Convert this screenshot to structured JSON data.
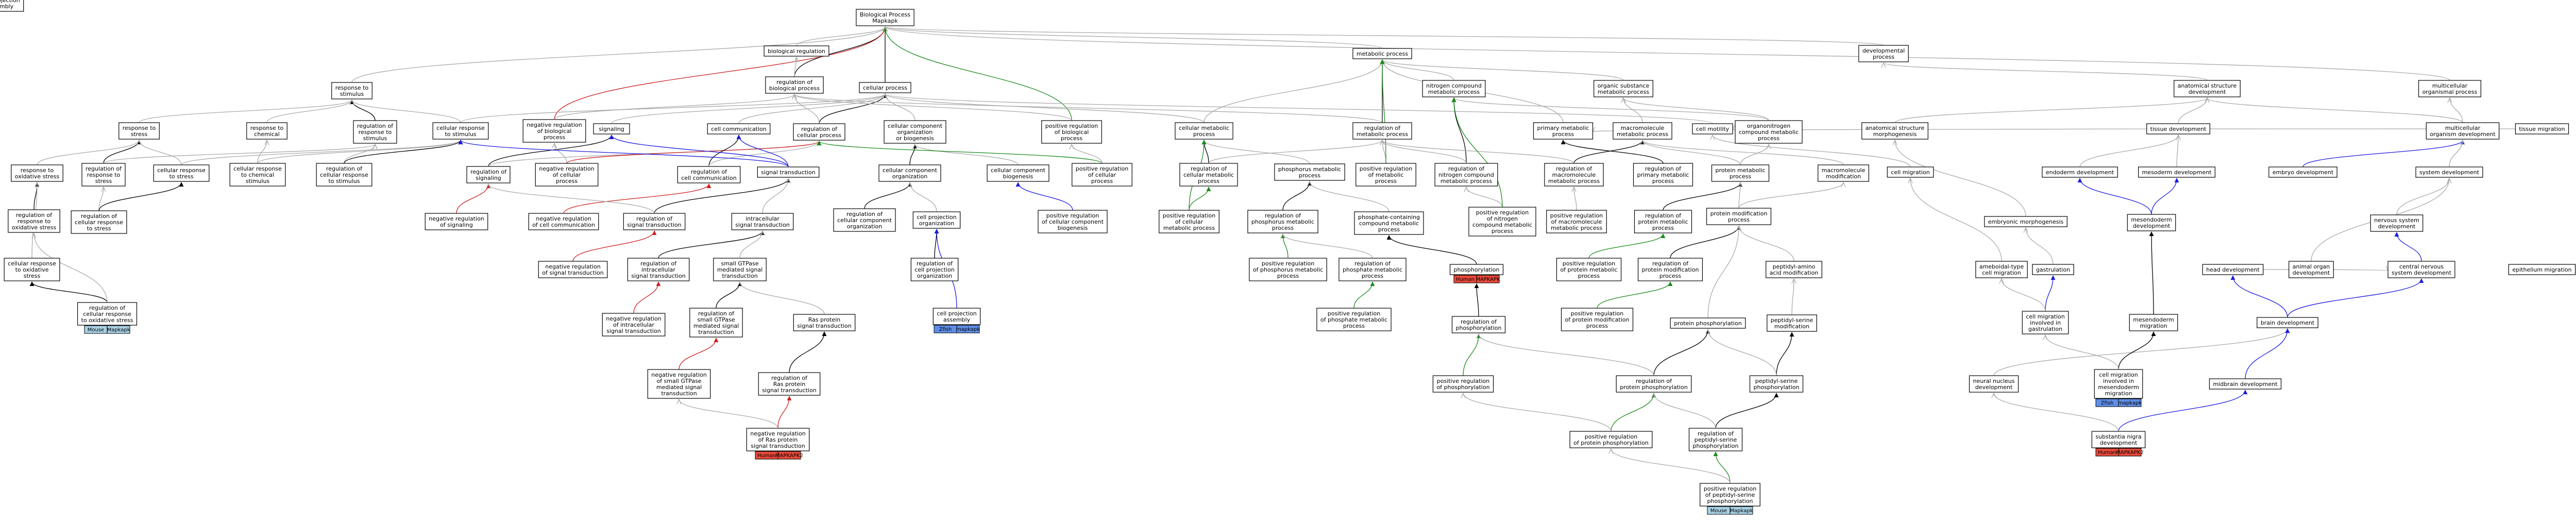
{
  "diagram": {
    "title": "GO term ancestor graph",
    "colors": {
      "is_a": "#aaaaaa",
      "part_of": "#000000",
      "regulates": "#000000",
      "positively_regulates": "#1a8a1a",
      "negatively_regulates": "#cc1f1f",
      "occurs_in": "#1a1adf",
      "human_tag": "#e8493a",
      "mouse_tag": "#a9d2e6",
      "zfish_tag": "#5f8ee6"
    },
    "nodes": [
      {
        "id": "bp",
        "lines": [
          "Biological Process",
          "Mapkapk"
        ]
      },
      {
        "id": "bioreg",
        "lines": [
          "biological regulation"
        ]
      },
      {
        "id": "regbp",
        "lines": [
          "regulation of",
          "biological process"
        ]
      },
      {
        "id": "cellproc",
        "lines": [
          "cellular process"
        ]
      },
      {
        "id": "metab",
        "lines": [
          "metabolic process"
        ]
      },
      {
        "id": "devproc",
        "lines": [
          "developmental",
          "process"
        ]
      },
      {
        "id": "resp_stim",
        "lines": [
          "response to",
          "stimulus"
        ]
      },
      {
        "id": "nitro",
        "lines": [
          "nitrogen compound",
          "metabolic process"
        ]
      },
      {
        "id": "orgsub",
        "lines": [
          "organic substance",
          "metabolic process"
        ]
      },
      {
        "id": "anatdev",
        "lines": [
          "anatomical structure",
          "development"
        ]
      },
      {
        "id": "multidev",
        "lines": [
          "multicellular",
          "organismal process"
        ]
      },
      {
        "id": "resp_stress",
        "lines": [
          "response to",
          "stress"
        ]
      },
      {
        "id": "resp_chem",
        "lines": [
          "response to",
          "chemical"
        ]
      },
      {
        "id": "reg_resp_stim",
        "lines": [
          "regulation of",
          "response to",
          "stimulus"
        ]
      },
      {
        "id": "cell_resp_stim",
        "lines": [
          "cellular response",
          "to stimulus"
        ]
      },
      {
        "id": "negregbp",
        "lines": [
          "negative regulation",
          "of biological",
          "process"
        ]
      },
      {
        "id": "signaling",
        "lines": [
          "signaling"
        ]
      },
      {
        "id": "cellcomm",
        "lines": [
          "cell communication"
        ]
      },
      {
        "id": "regcellproc",
        "lines": [
          "regulation of",
          "cellular process"
        ]
      },
      {
        "id": "cccob",
        "lines": [
          "cellular component",
          "organization",
          "or biogenesis"
        ]
      },
      {
        "id": "posregbp",
        "lines": [
          "positive regulation",
          "of biological",
          "process"
        ]
      },
      {
        "id": "cellmetab",
        "lines": [
          "cellular metabolic",
          "process"
        ]
      },
      {
        "id": "regmetab",
        "lines": [
          "regulation of",
          "metabolic process"
        ]
      },
      {
        "id": "primmetab",
        "lines": [
          "primary metabolic",
          "process"
        ]
      },
      {
        "id": "macromet",
        "lines": [
          "macromolecule",
          "metabolic process"
        ]
      },
      {
        "id": "cellmot",
        "lines": [
          "cell motility"
        ]
      },
      {
        "id": "orgnitro",
        "lines": [
          "organonitrogen",
          "compound metabolic",
          "process"
        ]
      },
      {
        "id": "anatmorph",
        "lines": [
          "anatomical structure",
          "morphogenesis"
        ]
      },
      {
        "id": "tissuedev",
        "lines": [
          "tissue development"
        ]
      },
      {
        "id": "multiorgdev",
        "lines": [
          "multicellular",
          "organism development"
        ]
      },
      {
        "id": "tissuemig",
        "lines": [
          "tissue migration"
        ]
      },
      {
        "id": "resp_ox",
        "lines": [
          "response to",
          "oxidative stress"
        ]
      },
      {
        "id": "reg_resp_stress",
        "lines": [
          "regulation of",
          "response to",
          "stress"
        ]
      },
      {
        "id": "cell_resp_stress",
        "lines": [
          "cellular response",
          "to stress"
        ]
      },
      {
        "id": "cell_resp_chem",
        "lines": [
          "cellular response",
          "to chemical",
          "stimulus"
        ]
      },
      {
        "id": "reg_cell_resp_stim",
        "lines": [
          "regulation of",
          "cellular response",
          "to stimulus"
        ]
      },
      {
        "id": "regsig",
        "lines": [
          "regulation of",
          "signaling"
        ]
      },
      {
        "id": "negregcellproc",
        "lines": [
          "negative regulation",
          "of cellular",
          "process"
        ]
      },
      {
        "id": "regcellcomm",
        "lines": [
          "regulation of",
          "cell communication"
        ]
      },
      {
        "id": "sigtrans",
        "lines": [
          "signal transduction"
        ]
      },
      {
        "id": "ccorg",
        "lines": [
          "cellular component",
          "organization"
        ]
      },
      {
        "id": "ccbio",
        "lines": [
          "cellular component",
          "biogenesis"
        ]
      },
      {
        "id": "posregcellproc",
        "lines": [
          "positive regulation",
          "of cellular",
          "process"
        ]
      },
      {
        "id": "regcellmetab",
        "lines": [
          "regulation of",
          "cellular metabolic",
          "process"
        ]
      },
      {
        "id": "phosmetab",
        "lines": [
          "phosphorus metabolic",
          "process"
        ]
      },
      {
        "id": "posregmetab",
        "lines": [
          "positive regulation",
          "of metabolic",
          "process"
        ]
      },
      {
        "id": "regnitro",
        "lines": [
          "regulation of",
          "nitrogen compound",
          "metabolic process"
        ]
      },
      {
        "id": "regmacromet",
        "lines": [
          "regulation of",
          "macromolecule",
          "metabolic process"
        ]
      },
      {
        "id": "regprimmetab",
        "lines": [
          "regulation of",
          "primary metabolic",
          "process"
        ]
      },
      {
        "id": "protmetab",
        "lines": [
          "protein metabolic",
          "process"
        ]
      },
      {
        "id": "macromod",
        "lines": [
          "macromolecule",
          "modification"
        ]
      },
      {
        "id": "cellmig",
        "lines": [
          "cell migration"
        ]
      },
      {
        "id": "endoderm",
        "lines": [
          "endoderm development"
        ]
      },
      {
        "id": "mesoderm",
        "lines": [
          "mesoderm development"
        ]
      },
      {
        "id": "embryo",
        "lines": [
          "embryo development"
        ]
      },
      {
        "id": "sysdev",
        "lines": [
          "system development"
        ]
      },
      {
        "id": "reg_cell_resp_stress",
        "lines": [
          "regulation of",
          "cellular response",
          "to stress"
        ]
      },
      {
        "id": "reg_resp_ox",
        "lines": [
          "regulation of",
          "response to",
          "oxidative stress"
        ]
      },
      {
        "id": "negregsig",
        "lines": [
          "negative regulation",
          "of signaling"
        ]
      },
      {
        "id": "negregcellcomm",
        "lines": [
          "negative regulation",
          "of cell communication"
        ]
      },
      {
        "id": "regsigtrans",
        "lines": [
          "regulation of",
          "signal transduction"
        ]
      },
      {
        "id": "intrasig",
        "lines": [
          "intracellular",
          "signal transduction"
        ]
      },
      {
        "id": "regccorg",
        "lines": [
          "regulation of",
          "cellular component",
          "organization"
        ]
      },
      {
        "id": "cellproj",
        "lines": [
          "cell projection",
          "organization"
        ]
      },
      {
        "id": "posregccbio",
        "lines": [
          "positive regulation",
          "of cellular component",
          "biogenesis"
        ]
      },
      {
        "id": "posregcellmetab",
        "lines": [
          "positive regulation",
          "of cellular",
          "metabolic process"
        ]
      },
      {
        "id": "regphosmetab",
        "lines": [
          "regulation of",
          "phosphorus metabolic",
          "process"
        ]
      },
      {
        "id": "posregnitro",
        "lines": [
          "positive regulation",
          "of nitrogen",
          "compound metabolic",
          "process"
        ]
      },
      {
        "id": "posregmacro",
        "lines": [
          "positive regulation",
          "of macromolecule",
          "metabolic process"
        ]
      },
      {
        "id": "regprotmetab",
        "lines": [
          "regulation of",
          "protein metabolic",
          "process"
        ]
      },
      {
        "id": "protmod",
        "lines": [
          "protein modification",
          "process"
        ]
      },
      {
        "id": "embmorph",
        "lines": [
          "embryonic morphogenesis"
        ]
      },
      {
        "id": "mesendo",
        "lines": [
          "mesendoderm",
          "development"
        ]
      },
      {
        "id": "cell_resp_ox",
        "lines": [
          "cellular response",
          "to oxidative",
          "stress"
        ]
      },
      {
        "id": "negregsigtrans",
        "lines": [
          "negative regulation",
          "of signal transduction"
        ]
      },
      {
        "id": "regintrasig",
        "lines": [
          "regulation of",
          "intracellular",
          "signal transduction"
        ]
      },
      {
        "id": "smallgtp",
        "lines": [
          "small GTPase",
          "mediated signal",
          "transduction"
        ]
      },
      {
        "id": "regcellproj",
        "lines": [
          "regulation of",
          "cell projection",
          "organization"
        ]
      },
      {
        "id": "posregphosmetab",
        "lines": [
          "positive regulation",
          "of phosphorus metabolic",
          "process"
        ]
      },
      {
        "id": "regphosphatemetab",
        "lines": [
          "regulation of",
          "phosphate metabolic",
          "process"
        ]
      },
      {
        "id": "phosphatemetab",
        "lines": [
          "phosphate-containing",
          "compound metabolic",
          "process"
        ]
      },
      {
        "id": "posregprotmetab",
        "lines": [
          "positive regulation",
          "of protein metabolic",
          "process"
        ]
      },
      {
        "id": "regprotmod",
        "lines": [
          "regulation of",
          "protein modification",
          "process"
        ]
      },
      {
        "id": "peptidyl_aa",
        "lines": [
          "peptidyl-amino",
          "acid modification"
        ]
      },
      {
        "id": "amoeboid",
        "lines": [
          "ameboidal-type",
          "cell migration"
        ]
      },
      {
        "id": "gastrulation",
        "lines": [
          "gastrulation"
        ]
      },
      {
        "id": "nervdev",
        "lines": [
          "nervous system",
          "development"
        ]
      },
      {
        "id": "reg_cell_resp_ox",
        "lines": [
          "regulation of",
          "cellular response",
          "to oxidative stress"
        ]
      },
      {
        "id": "negregintrasig",
        "lines": [
          "negative regulation",
          "of intracellular",
          "signal transduction"
        ]
      },
      {
        "id": "regsmallgtp",
        "lines": [
          "regulation of",
          "small GTPase",
          "mediated signal",
          "transduction"
        ]
      },
      {
        "id": "rasprot",
        "lines": [
          "Ras protein",
          "signal transduction"
        ]
      },
      {
        "id": "cellprojasm",
        "lines": [
          "cell projection",
          "assembly"
        ]
      },
      {
        "id": "phosphorylation",
        "lines": [
          "phosphorylation"
        ]
      },
      {
        "id": "posregphosphatemetab",
        "lines": [
          "positive regulation",
          "of phosphate metabolic",
          "process"
        ]
      },
      {
        "id": "regphosphorylation",
        "lines": [
          "regulation of",
          "phosphorylation"
        ]
      },
      {
        "id": "posregprotmod",
        "lines": [
          "positive regulation",
          "of protein modification",
          "process"
        ]
      },
      {
        "id": "peptidylser",
        "lines": [
          "peptidyl-serine",
          "modification"
        ]
      },
      {
        "id": "protphos",
        "lines": [
          "protein phosphorylation"
        ]
      },
      {
        "id": "headdev",
        "lines": [
          "head development"
        ]
      },
      {
        "id": "animorgan",
        "lines": [
          "animal organ",
          "development"
        ]
      },
      {
        "id": "cnsdev",
        "lines": [
          "central nervous",
          "system development"
        ]
      },
      {
        "id": "epithmig",
        "lines": [
          "epithelium migration"
        ]
      },
      {
        "id": "cellmig_gast",
        "lines": [
          "cell migration",
          "involved in",
          "gastrulation"
        ]
      },
      {
        "id": "mesmig",
        "lines": [
          "mesendoderm",
          "migration"
        ]
      },
      {
        "id": "regcellprojasm",
        "lines": [
          "regulation of",
          "cell projection",
          "assembly"
        ]
      },
      {
        "id": "posregphosphorylation",
        "lines": [
          "positive regulation",
          "of phosphorylation"
        ]
      },
      {
        "id": "negregsmallgtp",
        "lines": [
          "negative regulation",
          "of small GTPase",
          "mediated signal",
          "transduction"
        ]
      },
      {
        "id": "regras",
        "lines": [
          "regulation of",
          "Ras protein",
          "signal transduction"
        ]
      },
      {
        "id": "regprotphos",
        "lines": [
          "regulation of",
          "protein phosphorylation"
        ]
      },
      {
        "id": "peptidylserphos",
        "lines": [
          "peptidyl-serine",
          "phosphorylation"
        ]
      },
      {
        "id": "braindev",
        "lines": [
          "brain development"
        ]
      },
      {
        "id": "neuralnucleus",
        "lines": [
          "neural nucleus",
          "development"
        ]
      },
      {
        "id": "cellmig_mes",
        "lines": [
          "cell migration",
          "involved in",
          "mesendoderm",
          "migration"
        ]
      },
      {
        "id": "midbrain",
        "lines": [
          "midbrain development"
        ]
      },
      {
        "id": "negregras",
        "lines": [
          "negative regulation",
          "of Ras protein",
          "signal transduction"
        ]
      },
      {
        "id": "posregprotphos",
        "lines": [
          "positive regulation",
          "of protein phosphorylation"
        ]
      },
      {
        "id": "regpeptidylser",
        "lines": [
          "regulation of",
          "peptidyl-serine",
          "phosphorylation"
        ]
      },
      {
        "id": "substantia",
        "lines": [
          "substantia nigra",
          "development"
        ]
      },
      {
        "id": "posregpeptidylser",
        "lines": [
          "positive regulation",
          "of peptidyl-serine",
          "phosphorylation"
        ]
      }
    ],
    "tags": {
      "reg_cell_resp_ox": [
        "Mouse",
        "Mapkapk"
      ],
      "cellprojasm": [
        "Zfish",
        "mapkapk"
      ],
      "phosphorylation": [
        "Human",
        "MAPKAPK"
      ],
      "negregras": [
        "Human",
        "MAPKAPK2"
      ],
      "cellmig_mes": [
        "Zfish",
        "mapkapk"
      ],
      "substantia": [
        "Human",
        "MAPKAPK2"
      ],
      "posregpeptidylser": [
        "Mouse",
        "Mapkapk"
      ]
    }
  }
}
